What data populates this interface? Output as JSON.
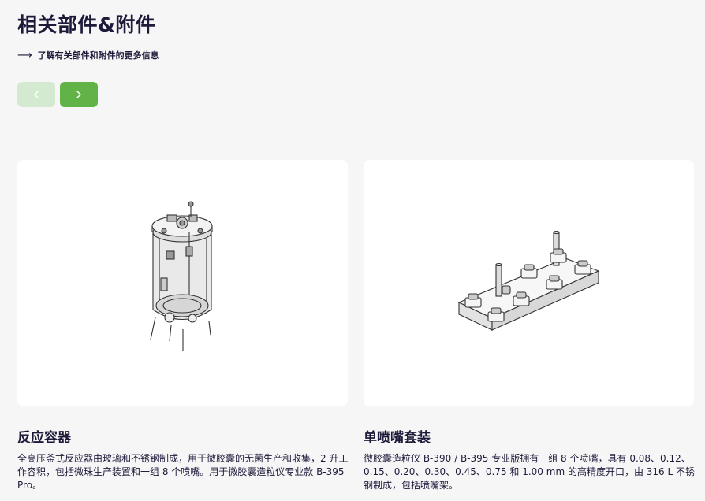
{
  "section": {
    "title": "相关部件&附件",
    "more_arrow": "⟶",
    "more_link": "了解有关部件和附件的更多信息"
  },
  "carousel": {
    "prev_icon": "chevron-left-icon",
    "next_icon": "chevron-right-icon",
    "prev_color": "#d4ead0",
    "next_color": "#62b347"
  },
  "products": [
    {
      "title": "反应容器",
      "description": "全高压釜式反应器由玻璃和不锈钢制成，用于微胶囊的无菌生产和收集，2 升工作容积，包括微珠生产装置和一组 8 个喷嘴。用于微胶囊造粒仪专业款 B-395 Pro。",
      "image": "reaction-vessel-illustration"
    },
    {
      "title": "单喷嘴套装",
      "description": "微胶囊造粒仪 B-390 / B-395 专业版拥有一组 8 个喷嘴，具有 0.08、0.12、0.15、0.20、0.30、0.45、0.75 和 1.00 mm 的高精度开口，由 316 L 不锈钢制成，包括喷嘴架。",
      "image": "nozzle-set-illustration"
    }
  ]
}
